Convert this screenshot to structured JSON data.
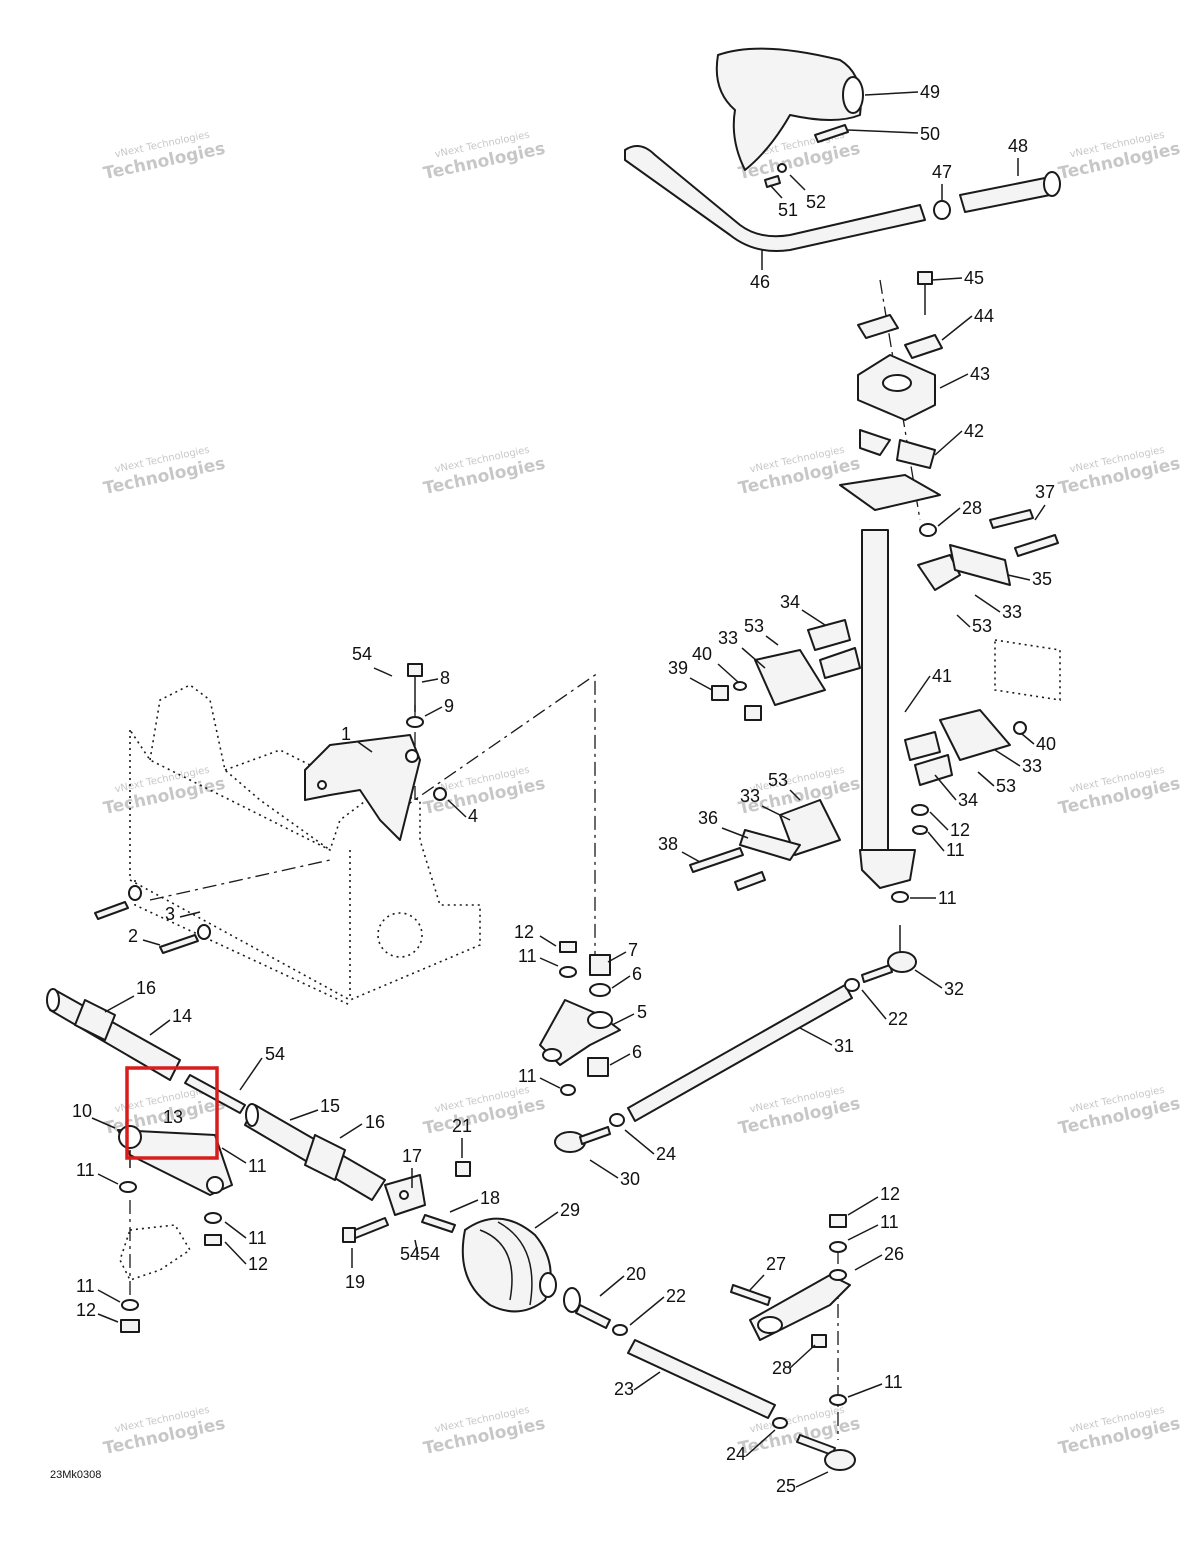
{
  "diagram": {
    "drawing_code": "23Mk0308",
    "watermark": {
      "line1": "vNext Technologies",
      "line2": "Technologies"
    },
    "callouts": [
      "1",
      "2",
      "3",
      "4",
      "5",
      "6",
      "6",
      "7",
      "8",
      "9",
      "10",
      "11",
      "11",
      "11",
      "11",
      "11",
      "11",
      "11",
      "11",
      "11",
      "11",
      "12",
      "12",
      "12",
      "12",
      "12",
      "13",
      "14",
      "15",
      "16",
      "16",
      "17",
      "18",
      "19",
      "20",
      "21",
      "22",
      "22",
      "23",
      "24",
      "24",
      "25",
      "26",
      "27",
      "28",
      "28",
      "29",
      "30",
      "31",
      "32",
      "33",
      "33",
      "33",
      "33",
      "34",
      "34",
      "35",
      "36",
      "37",
      "38",
      "39",
      "40",
      "40",
      "41",
      "42",
      "43",
      "44",
      "45",
      "46",
      "47",
      "48",
      "49",
      "50",
      "51",
      "52",
      "53",
      "53",
      "53",
      "53",
      "54",
      "54",
      "54",
      "54"
    ],
    "highlight": {
      "color": "#d91c1c",
      "target_callout": "13"
    }
  }
}
